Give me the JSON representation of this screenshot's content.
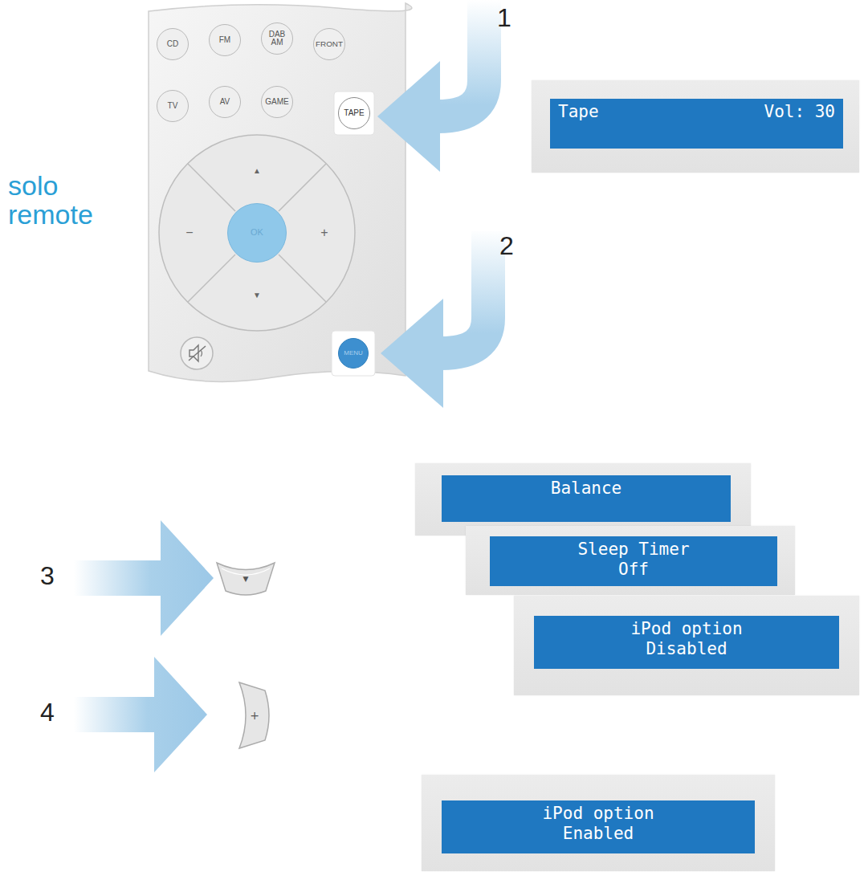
{
  "diagram": {
    "nodes": [
      {
        "text": [
          "CD"
        ]
      },
      {
        "text": [
          "FM"
        ]
      },
      {
        "text": [
          "DAB AM"
        ]
      },
      {
        "text": [
          "FRONT"
        ]
      },
      {
        "text": [
          "TV"
        ]
      },
      {
        "text": [
          "AV"
        ]
      },
      {
        "text": [
          "GAME"
        ]
      },
      {
        "text": [
          "TAPE"
        ]
      },
      {
        "text": [
          "OK"
        ]
      },
      {
        "text": [
          "MENU"
        ]
      },
      {
        "text": [
          "Tape",
          "Vol: 30"
        ]
      },
      {
        "text": [
          "▼"
        ]
      },
      {
        "text": [
          "Balance"
        ]
      },
      {
        "text": [
          "Sleep Timer",
          "Off"
        ]
      },
      {
        "text": [
          "iPod option",
          "Disabled"
        ]
      },
      {
        "text": [
          "+"
        ]
      },
      {
        "text": [
          "iPod option",
          "Enabled"
        ]
      }
    ],
    "labels": [
      "1",
      "2",
      "3",
      "4",
      "solo remote",
      "▲",
      "−",
      "+",
      "▼"
    ]
  }
}
